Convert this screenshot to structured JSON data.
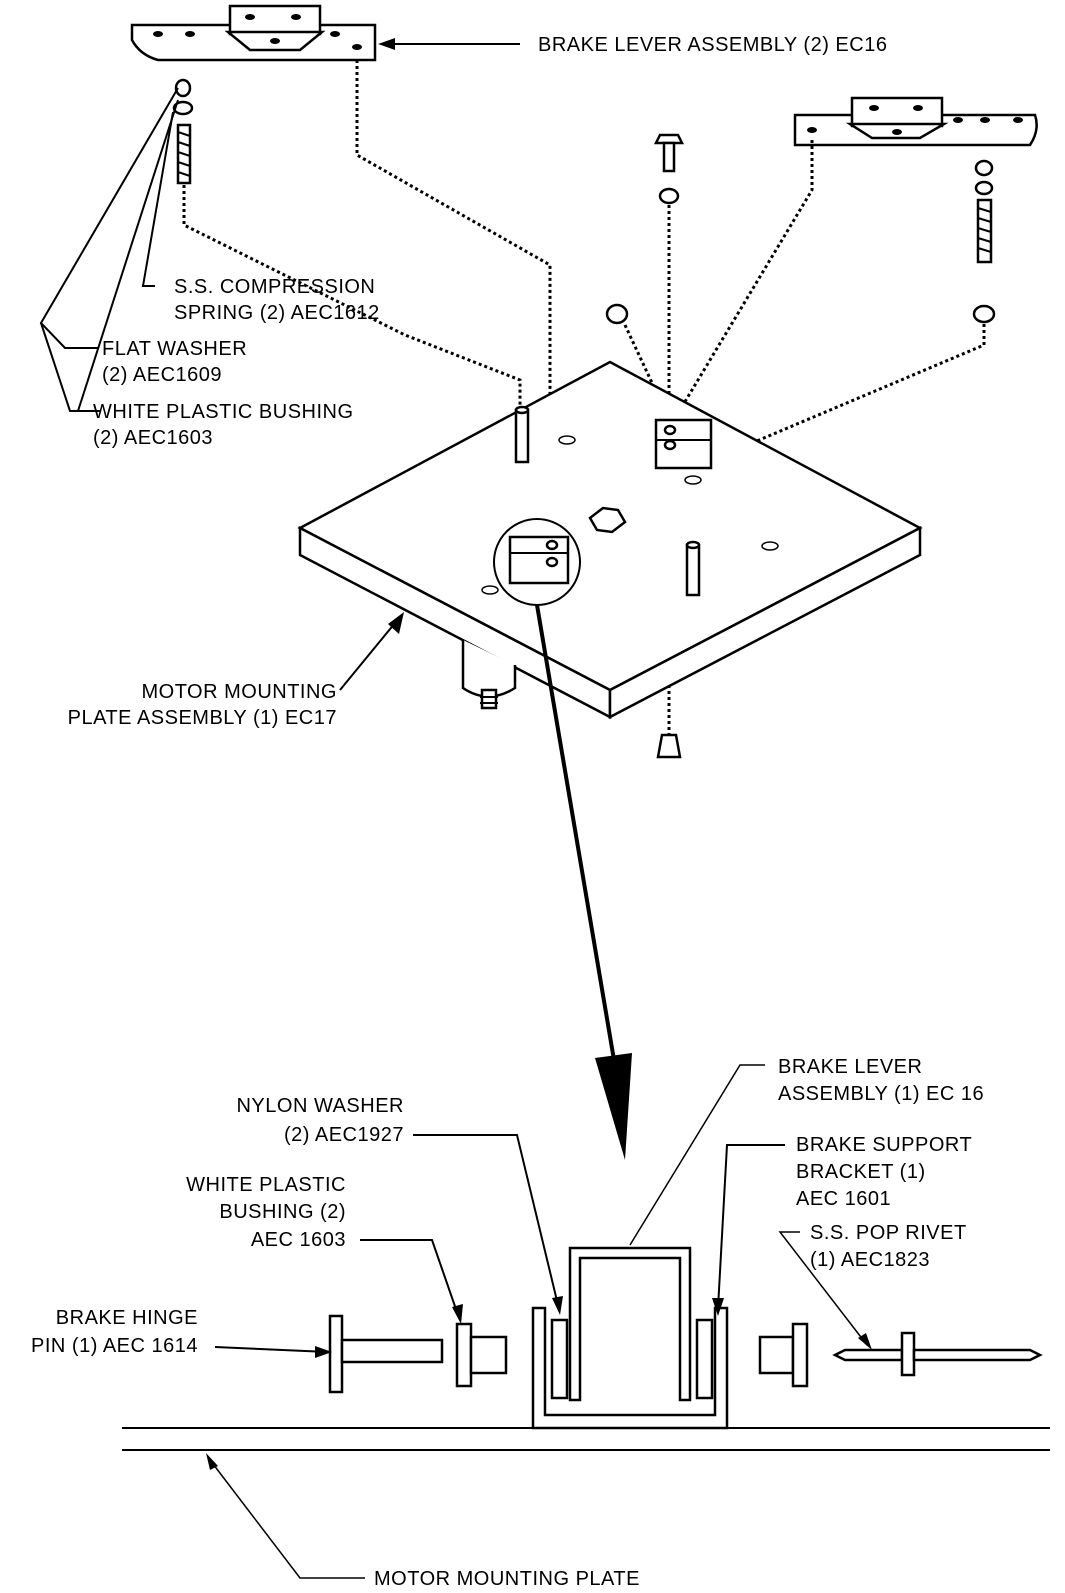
{
  "labels": {
    "brake_lever_assembly_top": "BRAKE LEVER ASSEMBLY (2) EC16",
    "compression_spring_1": "S.S. COMPRESSION",
    "compression_spring_2": "SPRING (2) AEC1612",
    "flat_washer_1": "FLAT WASHER",
    "flat_washer_2": "(2) AEC1609",
    "bushing_top_1": "WHITE PLASTIC BUSHING",
    "bushing_top_2": "(2) AEC1603",
    "motor_plate_assembly_1": "MOTOR MOUNTING",
    "motor_plate_assembly_2": "PLATE ASSEMBLY (1) EC17",
    "brake_lever_detail_1": "BRAKE LEVER",
    "brake_lever_detail_2": "ASSEMBLY (1) EC 16",
    "nylon_washer_1": "NYLON WASHER",
    "nylon_washer_2": "(2) AEC1927",
    "support_bracket_1": "BRAKE SUPPORT",
    "support_bracket_2": "BRACKET (1)",
    "support_bracket_3": "AEC 1601",
    "bushing_detail_1": "WHITE PLASTIC",
    "bushing_detail_2": "BUSHING (2)",
    "bushing_detail_3": "AEC 1603",
    "pop_rivet_1": "S.S. POP RIVET",
    "pop_rivet_2": "(1) AEC1823",
    "hinge_pin_1": "BRAKE HINGE",
    "hinge_pin_2": "PIN (1) AEC 1614",
    "motor_plate_bottom": "MOTOR MOUNTING PLATE"
  }
}
